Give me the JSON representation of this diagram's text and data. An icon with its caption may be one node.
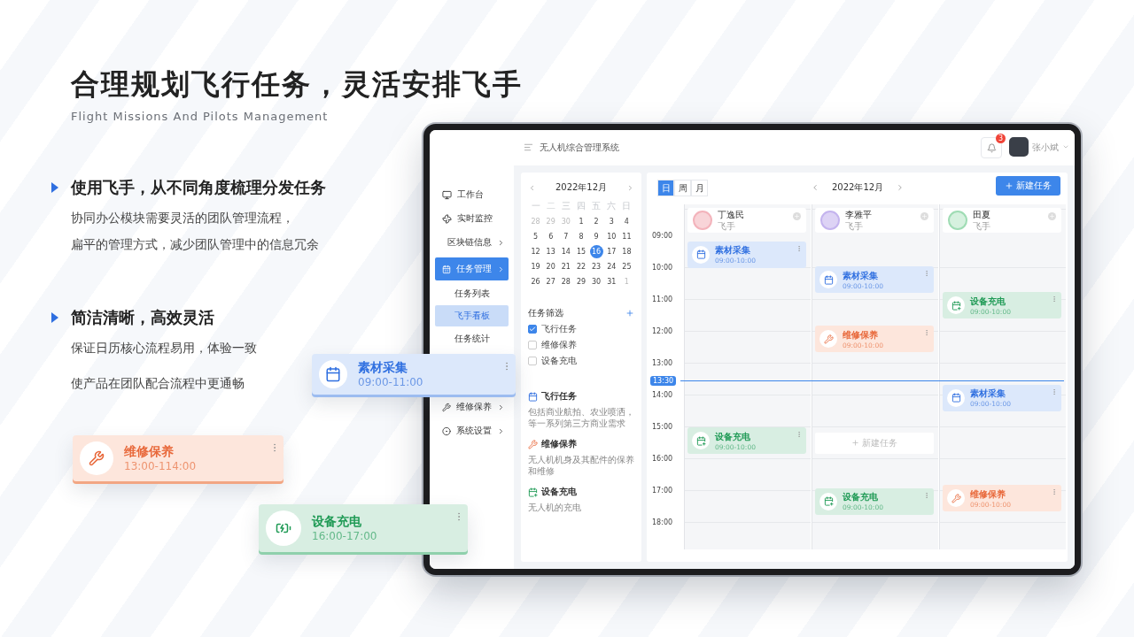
{
  "diagram": {
    "title": "合理规划飞行任务，灵活安排飞手",
    "nodes": [
      {
        "text": [
          "无人机综合管理系统",
          "3",
          "张小斌"
        ]
      },
      {
        "text": [
          "工作台",
          "实时监控",
          "区块链信息",
          "任务管理",
          "任务列表",
          "飞手看板",
          "任务统计",
          "维修保养",
          "系统设置"
        ],
        "in": 0
      },
      {
        "text": [
          "2022年12月",
          "一",
          "二",
          "三",
          "四",
          "五",
          "六",
          "日",
          "28",
          "29",
          "30",
          "1",
          "2",
          "3",
          "4",
          "5",
          "6",
          "7",
          "8",
          "9",
          "10",
          "11",
          "12",
          "13",
          "14",
          "15",
          "16",
          "17",
          "18",
          "19",
          "20",
          "21",
          "22",
          "23",
          "24",
          "25",
          "26",
          "27",
          "28",
          "29",
          "30",
          "31",
          "1"
        ],
        "in": 0
      },
      {
        "text": [
          "任务筛选",
          "飞行任务",
          "维修保养",
          "设备充电"
        ],
        "in": 0
      },
      {
        "text": [
          "飞行任务",
          "包括商业航拍、农业喷洒，等一系列第三方商业需求",
          "维修保养",
          "无人机机身及其配件的保养和维修",
          "设备充电",
          "无人机的充电"
        ],
        "in": 0
      },
      {
        "text": [
          "日",
          "周",
          "月",
          "2022年12月",
          "新建任务",
          "09:00",
          "10:00",
          "11:00",
          "12:00",
          "13:00",
          "13:30",
          "14:00",
          "15:00",
          "16:00",
          "17:00",
          "18:00"
        ],
        "in": 0
      },
      {
        "text": [
          "丁逸民",
          "飞手"
        ],
        "in": 5
      },
      {
        "text": [
          "李雅平",
          "飞手"
        ],
        "in": 5
      },
      {
        "text": [
          "田夏",
          "飞手"
        ],
        "in": 5
      },
      {
        "text": [
          "素材采集",
          "09:00-10:00"
        ],
        "in": 5
      },
      {
        "text": [
          "素材采集",
          "09:00-10:00"
        ],
        "in": 5
      },
      {
        "text": [
          "设备充电",
          "09:00-10:00"
        ],
        "in": 5
      },
      {
        "text": [
          "维修保养",
          "09:00-10:00"
        ],
        "in": 5
      },
      {
        "text": [
          "素材采集",
          "09:00-10:00"
        ],
        "in": 5
      },
      {
        "text": [
          "设备充电",
          "09:00-10:00"
        ],
        "in": 5
      },
      {
        "text": [
          "新建任务"
        ],
        "in": 5
      },
      {
        "text": [
          "设备充电",
          "09:00-10:00"
        ],
        "in": 5
      },
      {
        "text": [
          "维修保养",
          "09:00-10:00"
        ],
        "in": 5
      },
      {
        "text": [
          "素材采集",
          "09:00-11:00"
        ]
      },
      {
        "text": [
          "维修保养",
          "13:00-114:00"
        ]
      },
      {
        "text": [
          "设备充电",
          "16:00-17:00"
        ]
      }
    ],
    "labels": [
      "Flight Missions And Pilots Management",
      "使用飞手，从不同角度梳理分发任务",
      "协同办公模块需要灵活的团队管理流程，",
      "扁平的管理方式，减少团队管理中的信息冗余",
      "简洁清晰，高效灵活",
      "保证日历核心流程易用，体验一致",
      "使产品在团队配合流程中更通畅"
    ]
  }
}
